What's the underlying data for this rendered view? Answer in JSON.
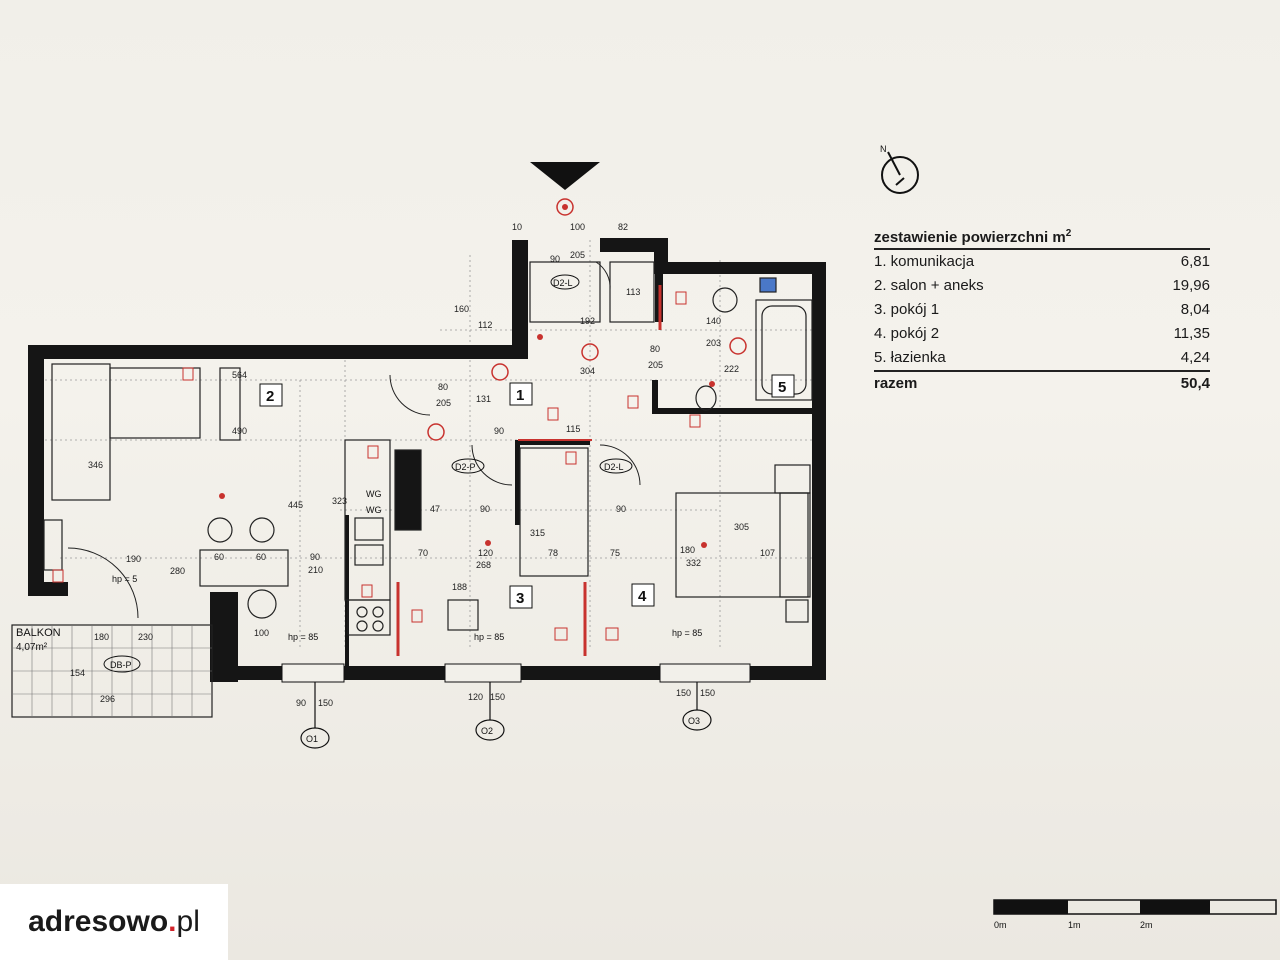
{
  "rooms": {
    "r1": "1",
    "r2": "2",
    "r3": "3",
    "r4": "4",
    "r5": "5"
  },
  "plan_labels": {
    "balkon": "BALKON",
    "balkon_area": "4,07m²",
    "db_p": "DB-P",
    "d2_l_top": "D2-L",
    "d2_p_left": "D2-P",
    "d2_l_mid": "D2-L",
    "hp_living": "hp = 5",
    "hp_o1": "hp = 85",
    "hp_o2": "hp = 85",
    "hp_o3": "hp = 85",
    "o1": "O1",
    "o2": "O2",
    "o3": "O3",
    "wg1": "WG",
    "wg2": "WG",
    "north": "N"
  },
  "dimensions": {
    "d10": "10",
    "d100": "100",
    "d82": "82",
    "d205a": "205",
    "d90a": "90",
    "d113": "113",
    "d160": "160",
    "d112": "112",
    "d192": "192",
    "d140": "140",
    "d80a": "80",
    "d205b": "205",
    "d203": "203",
    "d222": "222",
    "d304": "304",
    "d80b": "80",
    "d205c": "205",
    "d131": "131",
    "d564": "564",
    "d490": "490",
    "d346": "346",
    "d445": "445",
    "d323": "323",
    "d115": "115",
    "d90b": "90",
    "d47": "47",
    "d90c": "90",
    "d90d": "90",
    "d315": "315",
    "d78": "78",
    "d75": "75",
    "d180a": "180",
    "d107": "107",
    "d332": "332",
    "d305": "305",
    "d120": "120",
    "d268": "268",
    "d188": "188",
    "d190": "190",
    "d280": "280",
    "d90e": "90",
    "d210": "210",
    "d60a": "60",
    "d60b": "60",
    "d70": "70",
    "d180b": "180",
    "d230": "230",
    "d154": "154",
    "d296": "296",
    "d100b": "100",
    "o1_a": "90",
    "o1_b": "150",
    "o2_a": "120",
    "o2_b": "150",
    "o3_a": "150",
    "o3_b": "150"
  },
  "area_table": {
    "title": "zestawienie powierzchni",
    "unit": "m",
    "unit_sup": "2",
    "rows": [
      {
        "name": "1. komunikacja",
        "value": "6,81"
      },
      {
        "name": "2. salon + aneks",
        "value": "19,96"
      },
      {
        "name": "3. pokój 1",
        "value": "8,04"
      },
      {
        "name": "4. pokój 2",
        "value": "11,35"
      },
      {
        "name": "5. łazienka",
        "value": "4,24"
      }
    ],
    "total_label": "razem",
    "total_value": "50,4"
  },
  "scale_bar": {
    "s0": "0m",
    "s1": "1m",
    "s2": "2m"
  },
  "logo": {
    "main": "adresowo",
    "dot": ".",
    "suffix": "pl"
  },
  "colors": {
    "wall": "#151515",
    "electric": "#c8322e",
    "paper": "#f2f0ea"
  }
}
